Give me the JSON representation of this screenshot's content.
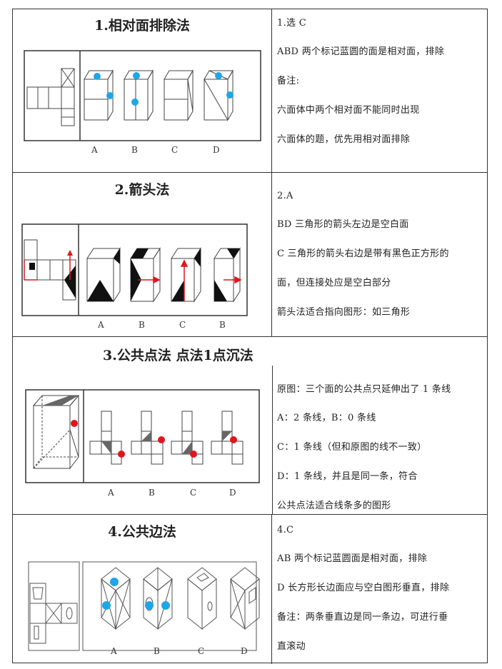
{
  "sections": [
    {
      "title": "1.相对面排除法",
      "option_labels": [
        "A",
        "B",
        "C",
        "D"
      ],
      "lines": [
        "1.选 C",
        "ABD 两个标记蓝圆的面是相对面，排除",
        "备注:",
        "六面体中两个相对面不能同时出现",
        "六面体的题，优先用相对面排除"
      ]
    },
    {
      "title": "2.箭头法",
      "option_labels": [
        "A",
        "B",
        "C",
        "B"
      ],
      "lines": [
        "2.A",
        "BD 三角形的箭头左边是空白面",
        "C 三角形的箭头右边是带有黑色正方形的",
        "面，但连接处应是空白部分",
        "箭头法适合指向图形：如三角形"
      ]
    },
    {
      "title": "3.公共点法  ⁣点法1点沉法",
      "option_labels": [
        "A",
        "B",
        "C",
        "D"
      ],
      "lines": [
        "原图：三个面的公共点只延伸出了 1 条线",
        "A：2 条线，B：0 条线",
        "C：1 条线（但和原图的线不一致）",
        "D：1 条线，并且是同一条，符合",
        "公共点法适合线条多的图形"
      ]
    },
    {
      "title": "4.公共边法",
      "option_labels": [
        "A",
        "B",
        "C",
        "D"
      ],
      "lines": [
        "4.C",
        "AB 两个标记蓝圆面是相对面，排除",
        "D 长方形长边面应与空白图形垂直，排除",
        "备注：两条垂直边是同一条边，可进行垂",
        "直滚动"
      ]
    }
  ],
  "colors": {
    "blue_dot": "#1ea6e6",
    "red_dot": "#e0161c",
    "arrow": "#e0161c",
    "border": "#333333"
  }
}
